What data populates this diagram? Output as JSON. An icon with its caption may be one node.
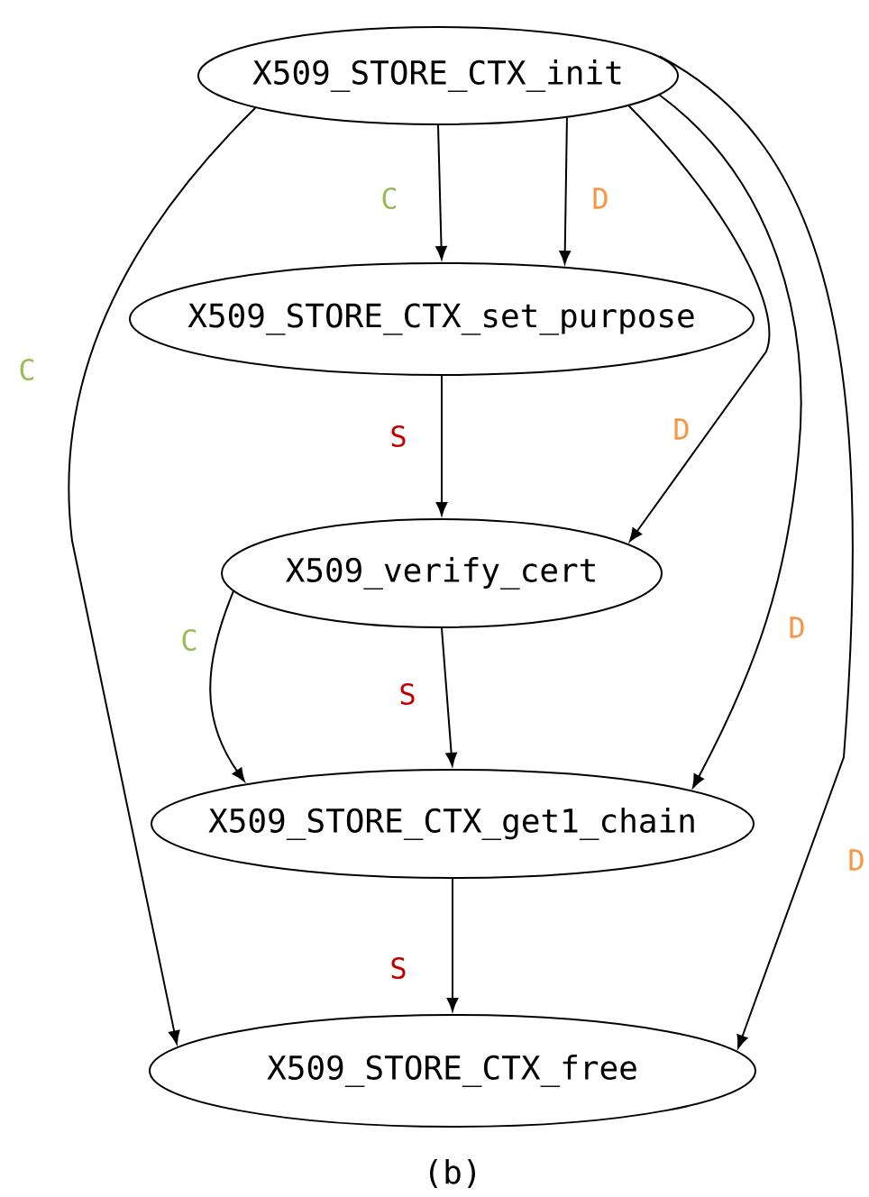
{
  "diagram": {
    "caption": "(b)",
    "nodes": [
      {
        "text": [
          "X509_STORE_CTX_init"
        ]
      },
      {
        "text": [
          "X509_STORE_CTX_set_purpose"
        ]
      },
      {
        "text": [
          "X509_verify_cert"
        ]
      },
      {
        "text": [
          "X509_STORE_CTX_get1_chain"
        ]
      },
      {
        "text": [
          "X509_STORE_CTX_free"
        ]
      }
    ],
    "edges": [
      {
        "from": 0,
        "to": 1,
        "arrow": "to",
        "label": "C"
      },
      {
        "from": 0,
        "to": 1,
        "arrow": "to",
        "label": "D"
      },
      {
        "from": 0,
        "to": 2,
        "arrow": "to",
        "label": "D"
      },
      {
        "from": 0,
        "to": 3,
        "arrow": "to",
        "label": "D"
      },
      {
        "from": 0,
        "to": 4,
        "arrow": "to",
        "label": "D"
      },
      {
        "from": 0,
        "to": 4,
        "arrow": "to",
        "label": "C"
      },
      {
        "from": 1,
        "to": 2,
        "arrow": "to",
        "label": "S"
      },
      {
        "from": 2,
        "to": 3,
        "arrow": "to",
        "label": "C"
      },
      {
        "from": 2,
        "to": 3,
        "arrow": "to",
        "label": "S"
      },
      {
        "from": 3,
        "to": 4,
        "arrow": "to",
        "label": "S"
      }
    ]
  }
}
